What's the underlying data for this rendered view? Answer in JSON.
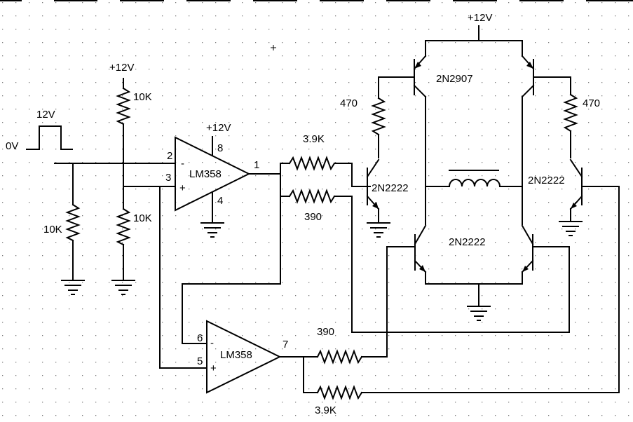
{
  "labels": {
    "supply_top": "+12V",
    "supply_left": "+12V",
    "supply_opamp": "+12V",
    "pulse_high": "12V",
    "pulse_low": "0V",
    "r_divider_top": "10K",
    "r_divider_bottom": "10K",
    "r_input": "10K",
    "r_base_upper_1": "3.9K",
    "r_base_lower_1": "390",
    "r_base_upper_2": "390",
    "r_base_lower_2": "3.9K",
    "r_collector_left": "470",
    "r_collector_right": "470",
    "q_pnp": "2N2907",
    "q_npn_left": "2N2222",
    "q_npn_right": "2N2222",
    "q_npn_bottom": "2N2222",
    "u1_name": "LM358",
    "u2_name": "LM358",
    "u1_pin_inv": "2",
    "u1_pin_noninv": "3",
    "u1_pin_out": "1",
    "u1_pin_vcc": "8",
    "u1_pin_gnd": "4",
    "u2_pin_inv": "6",
    "u2_pin_noninv": "5",
    "u2_pin_out": "7",
    "minus_sign": "-",
    "plus_sign": "+"
  }
}
